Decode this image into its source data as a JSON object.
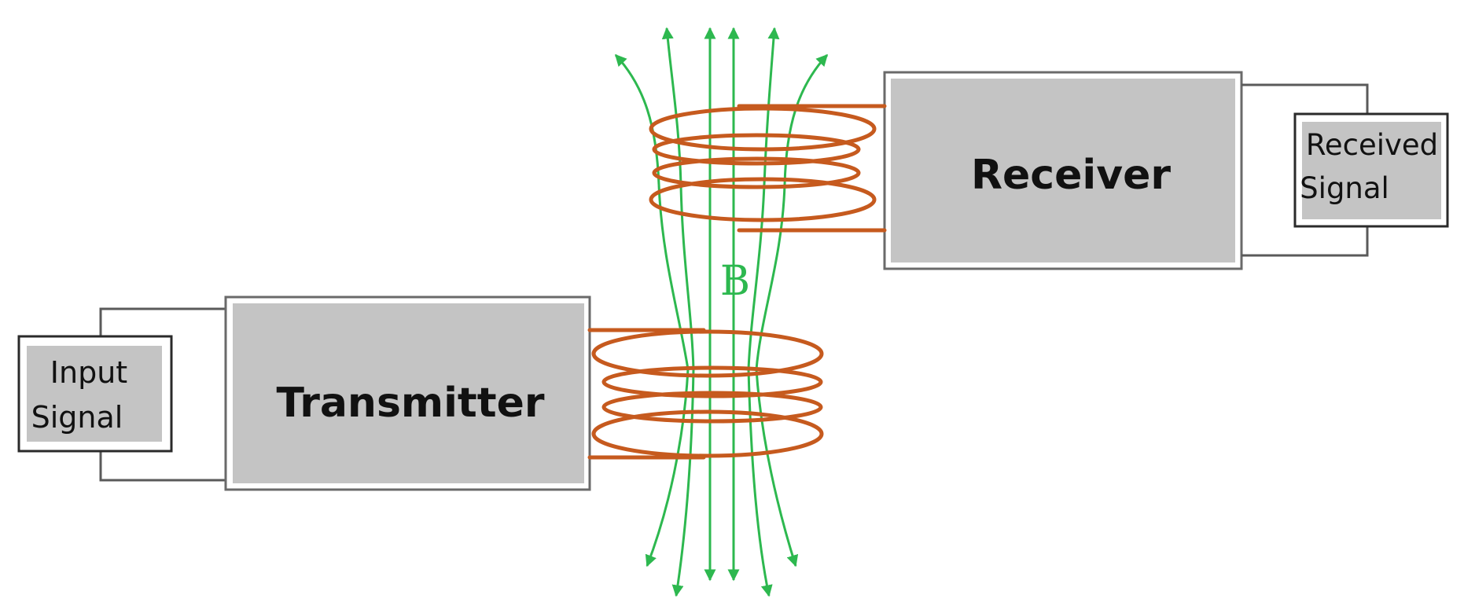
{
  "labels": {
    "input_line1": "Input",
    "input_line2": "Signal",
    "transmitter": "Transmitter",
    "receiver": "Receiver",
    "received_line1": "Received",
    "received_line2": "Signal",
    "field": "B"
  },
  "colors": {
    "box_fill": "#c4c4c4",
    "coil": "#c65a1e",
    "field_lines": "#2db84f"
  },
  "icons": [
    "arrow-up-icon",
    "arrow-down-icon"
  ]
}
